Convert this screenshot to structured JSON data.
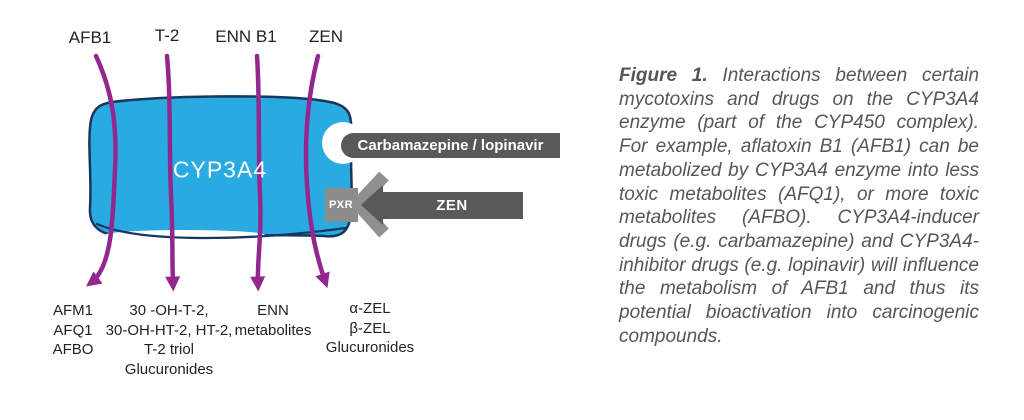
{
  "figure": {
    "diagram": {
      "enzyme": "CYP3A4",
      "mycotoxins_in": [
        "AFB1",
        "T-2",
        "ENN B1",
        "ZEN"
      ],
      "inducer_inhibitor_bar": "Carbamazepine / lopinavir",
      "receptor": "PXR",
      "zen_bar": "ZEN",
      "metabolites_out": [
        [
          "AFM1",
          "AFQ1",
          "AFBO"
        ],
        [
          "30 -OH-T-2,",
          "30-OH-HT-2, HT-2,",
          "T-2 triol",
          "Glucuronides"
        ],
        [
          "ENN",
          "metabolites"
        ],
        [
          "α-ZEL",
          "β-ZEL",
          "Glucuronides"
        ]
      ],
      "colors": {
        "enzyme_fill": "#29ABE2",
        "enzyme_outline": "#17375E",
        "arrow_purple": "#93278F",
        "bar_dark": "#595959",
        "receptor_gray": "#8C8C8C",
        "chevron_gray": "#8F8F8F",
        "label_text": "#222222",
        "caption_text": "#565656"
      }
    },
    "caption": {
      "label": "Figure 1.",
      "body": "Interactions between certain mycotoxins and drugs on the CYP3A4 enzyme (part of the CYP450 complex). For example, aflatoxin B1 (AFB1) can be metabolized by CYP3A4 enzyme into less toxic metabolites (AFQ1), or more toxic metabolites (AFBO). CYP3A4-inducer drugs (e.g. carbamazepine) and CYP3A4-inhibitor drugs (e.g. lopinavir) will influence the metabolism of AFB1 and thus its potential bioactivation into carcinogenic compounds."
    }
  }
}
